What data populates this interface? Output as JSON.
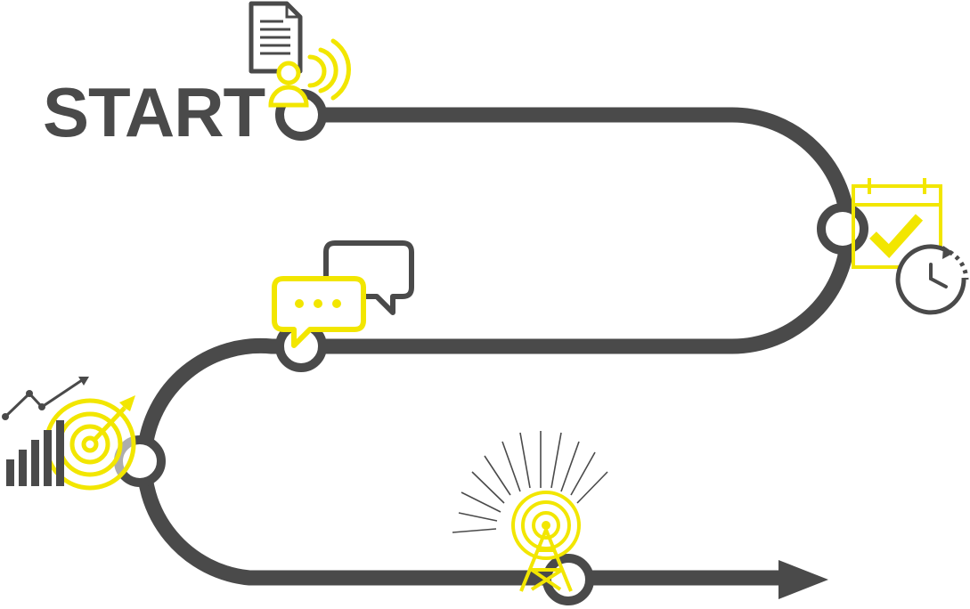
{
  "diagram": {
    "start_label": "START"
  },
  "colors": {
    "path": "#4a4a4a",
    "accent": "#f2e600",
    "background": "#ffffff"
  },
  "milestones": [
    {
      "name": "start",
      "icons": [
        "document-icon",
        "user-voice-icon"
      ]
    },
    {
      "name": "schedule",
      "icons": [
        "calendar-check-icon",
        "clock-icon"
      ]
    },
    {
      "name": "communication",
      "icons": [
        "chat-bubbles-icon"
      ]
    },
    {
      "name": "goal",
      "icons": [
        "target-icon",
        "growth-chart-icon"
      ]
    },
    {
      "name": "broadcast",
      "icons": [
        "antenna-tower-icon"
      ]
    }
  ]
}
